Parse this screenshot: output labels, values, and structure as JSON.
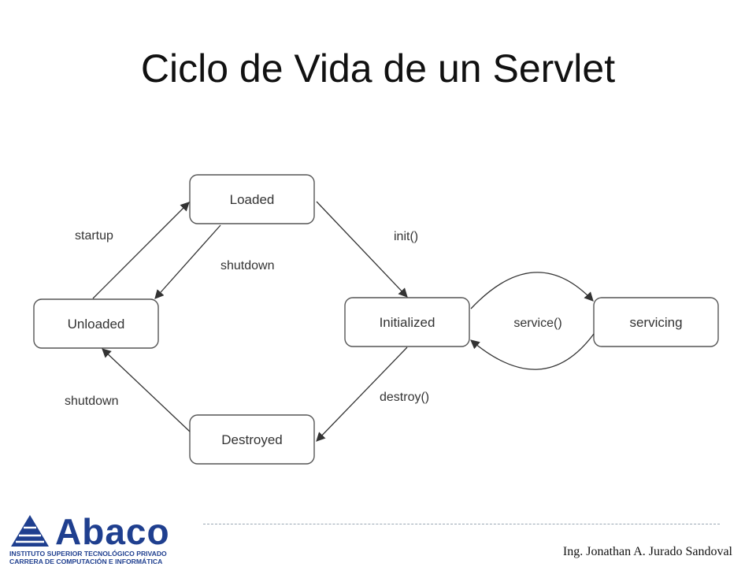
{
  "title": "Ciclo de Vida de un Servlet",
  "diagram": {
    "nodes": {
      "loaded": "Loaded",
      "unloaded": "Unloaded",
      "initialized": "Initialized",
      "servicing": "servicing",
      "destroyed": "Destroyed"
    },
    "edges": {
      "startup": "startup",
      "shutdown_loaded": "shutdown",
      "init": "init()",
      "service": "service()",
      "destroy": "destroy()",
      "shutdown_destroyed": "shutdown"
    }
  },
  "footer": {
    "logo_word": "Abaco",
    "logo_line1": "INSTITUTO SUPERIOR TECNOLÓGICO PRIVADO",
    "logo_line2": "CARRERA DE COMPUTACIÓN E INFORMÁTICA",
    "author": "Ing. Jonathan A. Jurado Sandoval"
  },
  "colors": {
    "logo_blue": "#1f3f8f",
    "node_stroke": "#555555"
  }
}
